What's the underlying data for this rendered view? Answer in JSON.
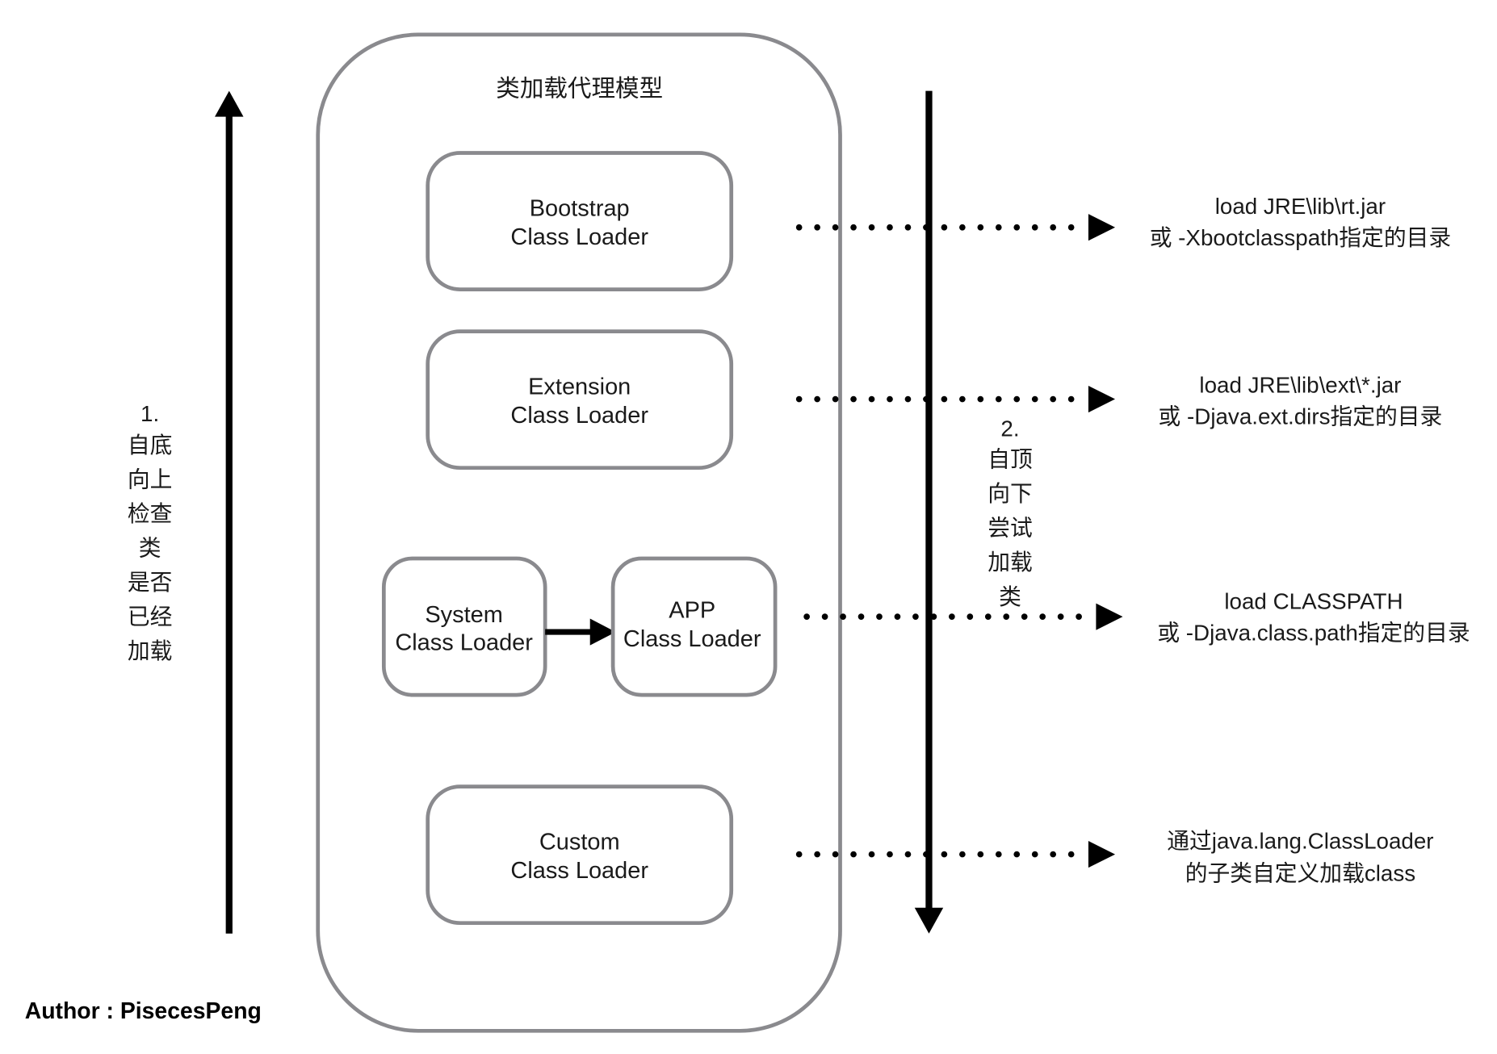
{
  "diagram": {
    "title": "类加载代理模型",
    "loaders": {
      "bootstrap": {
        "line1": "Bootstrap",
        "line2": "Class Loader"
      },
      "extension": {
        "line1": "Extension",
        "line2": "Class Loader"
      },
      "system": {
        "line1": "System",
        "line2": "Class Loader"
      },
      "app": {
        "line1": "APP",
        "line2": "Class Loader"
      },
      "custom": {
        "line1": "Custom",
        "line2": "Class Loader"
      }
    },
    "bottom_up": {
      "lines": [
        "1.",
        "自底",
        "向上",
        "检查",
        "类",
        "是否",
        "已经",
        "加载"
      ]
    },
    "top_down": {
      "lines": [
        "2.",
        "自顶",
        "向下",
        "尝试",
        "加载",
        "类"
      ]
    },
    "paths": {
      "bootstrap": [
        "load JRE\\lib\\rt.jar",
        "或 -Xbootclasspath指定的目录"
      ],
      "extension": [
        "load JRE\\lib\\ext\\*.jar",
        "或 -Djava.ext.dirs指定的目录"
      ],
      "app": [
        "load CLASSPATH",
        "或 -Djava.class.path指定的目录"
      ],
      "custom": [
        "通过java.lang.ClassLoader",
        "的子类自定义加载class"
      ]
    },
    "author": "Author : PisecesPeng"
  }
}
